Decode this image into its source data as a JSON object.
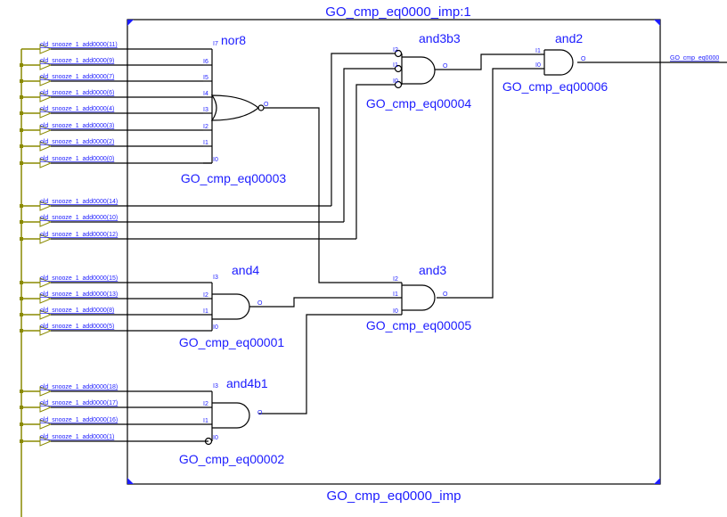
{
  "module": {
    "instance_title": "GO_cmp_eq0000_imp:1",
    "name": "GO_cmp_eq0000_imp"
  },
  "output_net": "GO_cmp_eq0000",
  "inputs": [
    "old_snooze_1_add0000(11)",
    "old_snooze_1_add0000(9)",
    "old_snooze_1_add0000(7)",
    "old_snooze_1_add0000(6)",
    "old_snooze_1_add0000(4)",
    "old_snooze_1_add0000(3)",
    "old_snooze_1_add0000(2)",
    "old_snooze_1_add0000(0)",
    "old_snooze_1_add0000(14)",
    "old_snooze_1_add0000(10)",
    "old_snooze_1_add0000(12)",
    "old_snooze_1_add0000(15)",
    "old_snooze_1_add0000(13)",
    "old_snooze_1_add0000(8)",
    "old_snooze_1_add0000(5)",
    "old_snooze_1_add0000(18)",
    "old_snooze_1_add0000(17)",
    "old_snooze_1_add0000(16)",
    "old_snooze_1_add0000(1)"
  ],
  "gates": [
    {
      "type": "nor8",
      "instance": "GO_cmp_eq00003",
      "pins": [
        "I7",
        "I6",
        "I5",
        "I4",
        "I3",
        "I2",
        "I1",
        "I0"
      ],
      "out": "O"
    },
    {
      "type": "and3b3",
      "instance": "GO_cmp_eq00004",
      "pins": [
        "I2",
        "I1",
        "I0"
      ],
      "out": "O"
    },
    {
      "type": "and2",
      "instance": "GO_cmp_eq00006",
      "pins": [
        "I1",
        "I0"
      ],
      "out": "O"
    },
    {
      "type": "and4",
      "instance": "GO_cmp_eq00001",
      "pins": [
        "I3",
        "I2",
        "I1",
        "I0"
      ],
      "out": "O"
    },
    {
      "type": "and3",
      "instance": "GO_cmp_eq00005",
      "pins": [
        "I2",
        "I1",
        "I0"
      ],
      "out": "O"
    },
    {
      "type": "and4b1",
      "instance": "GO_cmp_eq00002",
      "pins": [
        "I3",
        "I2",
        "I1",
        "I0"
      ],
      "out": "O"
    }
  ],
  "colors": {
    "label": "#1c1cff",
    "wire": "#000000",
    "bus": "#8a8a00",
    "corner": "#1c1cff"
  }
}
